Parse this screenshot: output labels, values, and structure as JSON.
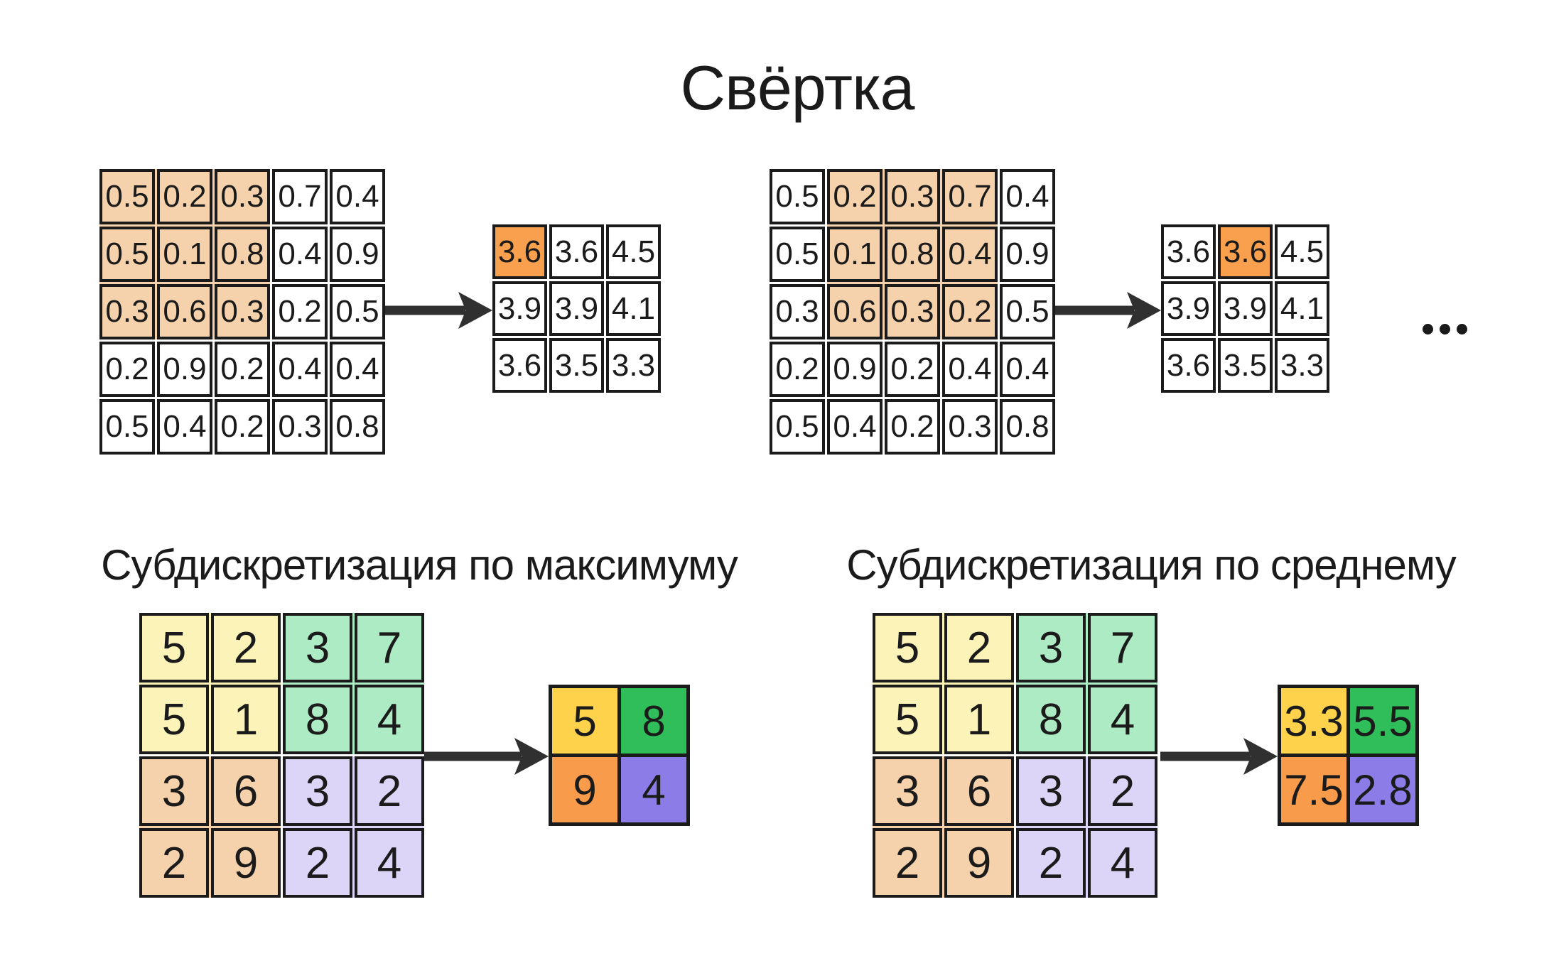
{
  "title": "Свёртка",
  "icons": {
    "arrow_right": "→",
    "ellipsis": "…"
  },
  "colors": {
    "peach": "#F5D2AC",
    "orange": "#F9A04E",
    "yellow": "#FBF3B8",
    "green": "#ACEBC4",
    "tan": "#F6D2AC",
    "lavender": "#DCD5F7",
    "gold": "#FFD24B",
    "bright_green": "#2FBE5A",
    "bright_orange": "#F89B4B",
    "purple": "#8B7CE8",
    "ink": "#1B1B1B",
    "arrow": "#303030"
  },
  "convolution": {
    "steps": [
      {
        "input": {
          "values": [
            [
              "0.5",
              "0.2",
              "0.3",
              "0.7",
              "0.4"
            ],
            [
              "0.5",
              "0.1",
              "0.8",
              "0.4",
              "0.9"
            ],
            [
              "0.3",
              "0.6",
              "0.3",
              "0.2",
              "0.5"
            ],
            [
              "0.2",
              "0.9",
              "0.2",
              "0.4",
              "0.4"
            ],
            [
              "0.5",
              "0.4",
              "0.2",
              "0.3",
              "0.8"
            ]
          ],
          "cell_colors": [
            [
              "peach",
              "peach",
              "peach",
              null,
              null
            ],
            [
              "peach",
              "peach",
              "peach",
              null,
              null
            ],
            [
              "peach",
              "peach",
              "peach",
              null,
              null
            ],
            [
              null,
              null,
              null,
              null,
              null
            ],
            [
              null,
              null,
              null,
              null,
              null
            ]
          ],
          "underlays": [
            {
              "r": 0,
              "c": 0,
              "rows": 3,
              "cols": 3,
              "color": "peach"
            }
          ]
        },
        "output": {
          "values": [
            [
              "3.6",
              "3.6",
              "4.5"
            ],
            [
              "3.9",
              "3.9",
              "4.1"
            ],
            [
              "3.6",
              "3.5",
              "3.3"
            ]
          ],
          "cell_colors": [
            [
              "orange",
              null,
              null
            ],
            [
              null,
              null,
              null
            ],
            [
              null,
              null,
              null
            ]
          ]
        }
      },
      {
        "input": {
          "values": [
            [
              "0.5",
              "0.2",
              "0.3",
              "0.7",
              "0.4"
            ],
            [
              "0.5",
              "0.1",
              "0.8",
              "0.4",
              "0.9"
            ],
            [
              "0.3",
              "0.6",
              "0.3",
              "0.2",
              "0.5"
            ],
            [
              "0.2",
              "0.9",
              "0.2",
              "0.4",
              "0.4"
            ],
            [
              "0.5",
              "0.4",
              "0.2",
              "0.3",
              "0.8"
            ]
          ],
          "cell_colors": [
            [
              null,
              "peach",
              "peach",
              "peach",
              null
            ],
            [
              null,
              "peach",
              "peach",
              "peach",
              null
            ],
            [
              null,
              "peach",
              "peach",
              "peach",
              null
            ],
            [
              null,
              null,
              null,
              null,
              null
            ],
            [
              null,
              null,
              null,
              null,
              null
            ]
          ],
          "underlays": [
            {
              "r": 0,
              "c": 1,
              "rows": 3,
              "cols": 3,
              "color": "peach"
            }
          ]
        },
        "output": {
          "values": [
            [
              "3.6",
              "3.6",
              "4.5"
            ],
            [
              "3.9",
              "3.9",
              "4.1"
            ],
            [
              "3.6",
              "3.5",
              "3.3"
            ]
          ],
          "cell_colors": [
            [
              null,
              "orange",
              null
            ],
            [
              null,
              null,
              null
            ],
            [
              null,
              null,
              null
            ]
          ]
        }
      }
    ]
  },
  "pooling": {
    "max": {
      "heading": "Субдискретизация по максимуму",
      "input": {
        "values": [
          [
            "5",
            "2",
            "3",
            "7"
          ],
          [
            "5",
            "1",
            "8",
            "4"
          ],
          [
            "3",
            "6",
            "3",
            "2"
          ],
          [
            "2",
            "9",
            "2",
            "4"
          ]
        ],
        "cell_colors": [
          [
            "yellow",
            "yellow",
            "green",
            "green"
          ],
          [
            "yellow",
            "yellow",
            "green",
            "green"
          ],
          [
            "tan",
            "tan",
            "lavender",
            "lavender"
          ],
          [
            "tan",
            "tan",
            "lavender",
            "lavender"
          ]
        ],
        "underlays": [
          {
            "r": 0,
            "c": 0,
            "rows": 2,
            "cols": 2,
            "color": "yellow"
          },
          {
            "r": 0,
            "c": 2,
            "rows": 2,
            "cols": 2,
            "color": "green"
          },
          {
            "r": 2,
            "c": 0,
            "rows": 2,
            "cols": 2,
            "color": "tan"
          },
          {
            "r": 2,
            "c": 2,
            "rows": 2,
            "cols": 2,
            "color": "lavender"
          }
        ]
      },
      "output": {
        "values": [
          [
            "5",
            "8"
          ],
          [
            "9",
            "4"
          ]
        ],
        "cell_colors": [
          [
            "gold",
            "bright_green"
          ],
          [
            "bright_orange",
            "purple"
          ]
        ]
      }
    },
    "avg": {
      "heading": "Субдискретизация по среднему",
      "input": {
        "values": [
          [
            "5",
            "2",
            "3",
            "7"
          ],
          [
            "5",
            "1",
            "8",
            "4"
          ],
          [
            "3",
            "6",
            "3",
            "2"
          ],
          [
            "2",
            "9",
            "2",
            "4"
          ]
        ],
        "cell_colors": [
          [
            "yellow",
            "yellow",
            "green",
            "green"
          ],
          [
            "yellow",
            "yellow",
            "green",
            "green"
          ],
          [
            "tan",
            "tan",
            "lavender",
            "lavender"
          ],
          [
            "tan",
            "tan",
            "lavender",
            "lavender"
          ]
        ],
        "underlays": [
          {
            "r": 0,
            "c": 0,
            "rows": 2,
            "cols": 2,
            "color": "yellow"
          },
          {
            "r": 0,
            "c": 2,
            "rows": 2,
            "cols": 2,
            "color": "green"
          },
          {
            "r": 2,
            "c": 0,
            "rows": 2,
            "cols": 2,
            "color": "tan"
          },
          {
            "r": 2,
            "c": 2,
            "rows": 2,
            "cols": 2,
            "color": "lavender"
          }
        ]
      },
      "output": {
        "values": [
          [
            "3.3",
            "5.5"
          ],
          [
            "7.5",
            "2.8"
          ]
        ],
        "cell_colors": [
          [
            "gold",
            "bright_green"
          ],
          [
            "bright_orange",
            "purple"
          ]
        ]
      }
    }
  }
}
